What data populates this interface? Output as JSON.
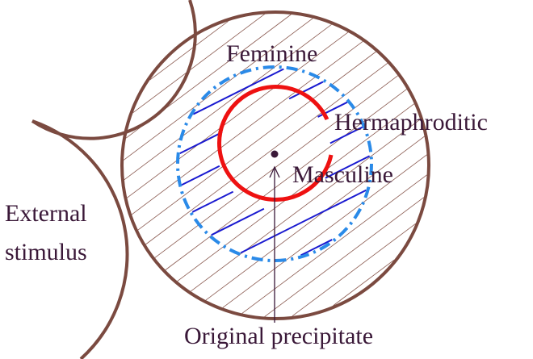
{
  "labels": {
    "feminine": "Feminine",
    "hermaphroditic": "Hermaphroditic",
    "masculine": "Masculine",
    "external_line1": "External",
    "external_line2": "stimulus",
    "original": "Original precipitate"
  },
  "colors": {
    "outline": "#7b4a40",
    "hatch_outer": "#8a5a50",
    "hatch_inner": "#1a1ad0",
    "dashed": "#2a8ae8",
    "red": "#ee1111",
    "text": "#3a1838"
  }
}
